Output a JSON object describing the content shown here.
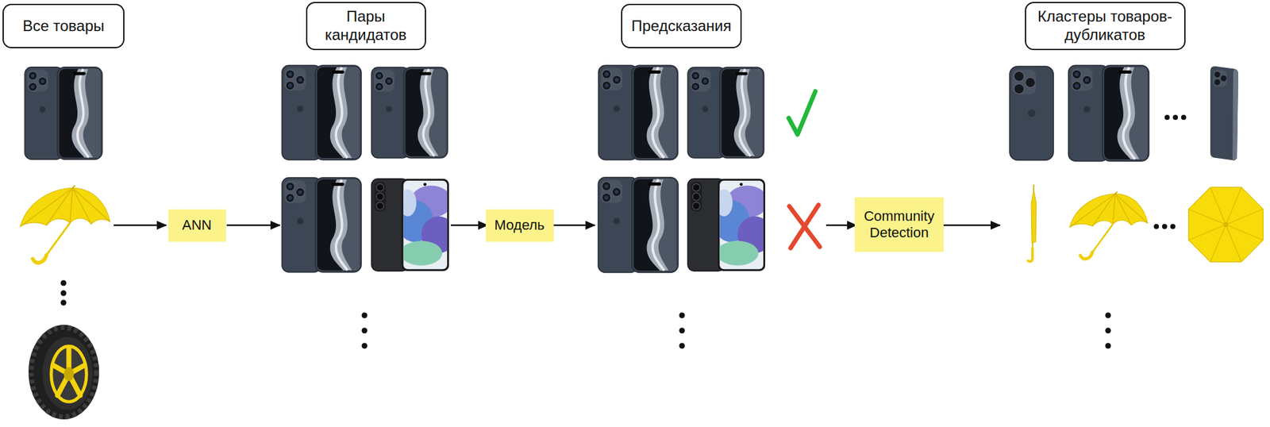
{
  "diagram": {
    "nodes": [
      {
        "text": [
          "Все товары"
        ]
      },
      {
        "text": [
          "Пары кандидатов"
        ]
      },
      {
        "text": [
          "Предсказания"
        ]
      },
      {
        "text": [
          "Кластеры товаров-дубликатов"
        ]
      },
      {
        "text": [
          "ANN"
        ]
      },
      {
        "text": [
          "Модель"
        ]
      },
      {
        "text": [
          "Community Detection"
        ]
      }
    ]
  }
}
